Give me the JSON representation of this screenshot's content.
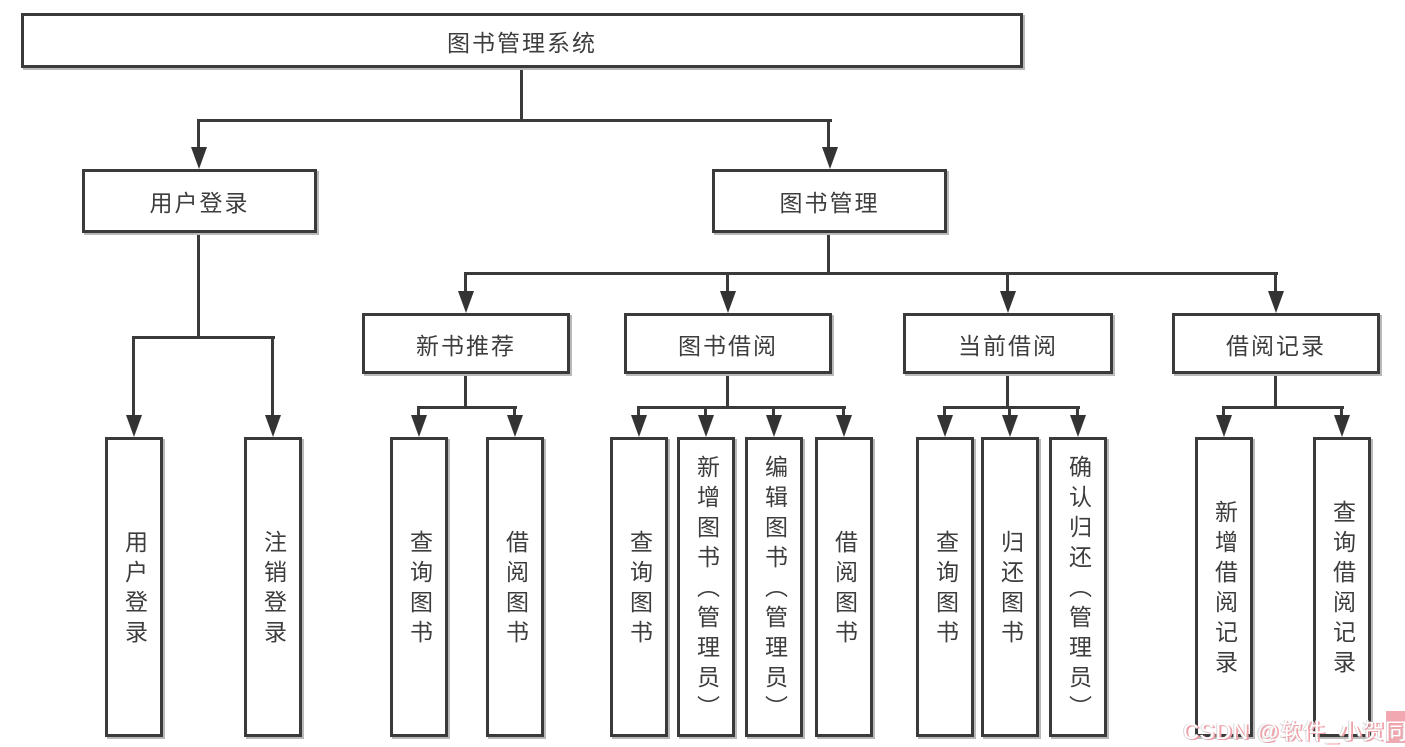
{
  "diagram": {
    "root_label": "图书管理系统",
    "level2": [
      {
        "label": "用户登录"
      },
      {
        "label": "图书管理"
      }
    ],
    "level3": [
      {
        "label": "新书推荐"
      },
      {
        "label": "图书借阅"
      },
      {
        "label": "当前借阅"
      },
      {
        "label": "借阅记录"
      }
    ],
    "leaves": [
      {
        "group": "用户登录",
        "label": "用户登录"
      },
      {
        "group": "用户登录",
        "label": "注销登录"
      },
      {
        "group": "新书推荐",
        "label": "查询图书"
      },
      {
        "group": "新书推荐",
        "label": "借阅图书"
      },
      {
        "group": "图书借阅",
        "label": "查询图书"
      },
      {
        "group": "图书借阅",
        "label": "新增图书（管理员）"
      },
      {
        "group": "图书借阅",
        "label": "编辑图书（管理员）"
      },
      {
        "group": "图书借阅",
        "label": "借阅图书"
      },
      {
        "group": "当前借阅",
        "label": "查询图书"
      },
      {
        "group": "当前借阅",
        "label": "归还图书"
      },
      {
        "group": "当前借阅",
        "label": "确认归还（管理员）"
      },
      {
        "group": "借阅记录",
        "label": "新增借阅记录"
      },
      {
        "group": "借阅记录",
        "label": "查询借阅记录"
      }
    ],
    "colors": {
      "line": "#3a3a3a",
      "box_border": "#3a3a3a",
      "box_shadow": "#b9b9b9",
      "background": "#ffffff"
    }
  },
  "watermark": {
    "text": "CSDN @软件_小贺同学",
    "text_color": "#ffffff",
    "shadow_pink": "#f0a0a8",
    "badge_pink": "#f1a8b0"
  }
}
